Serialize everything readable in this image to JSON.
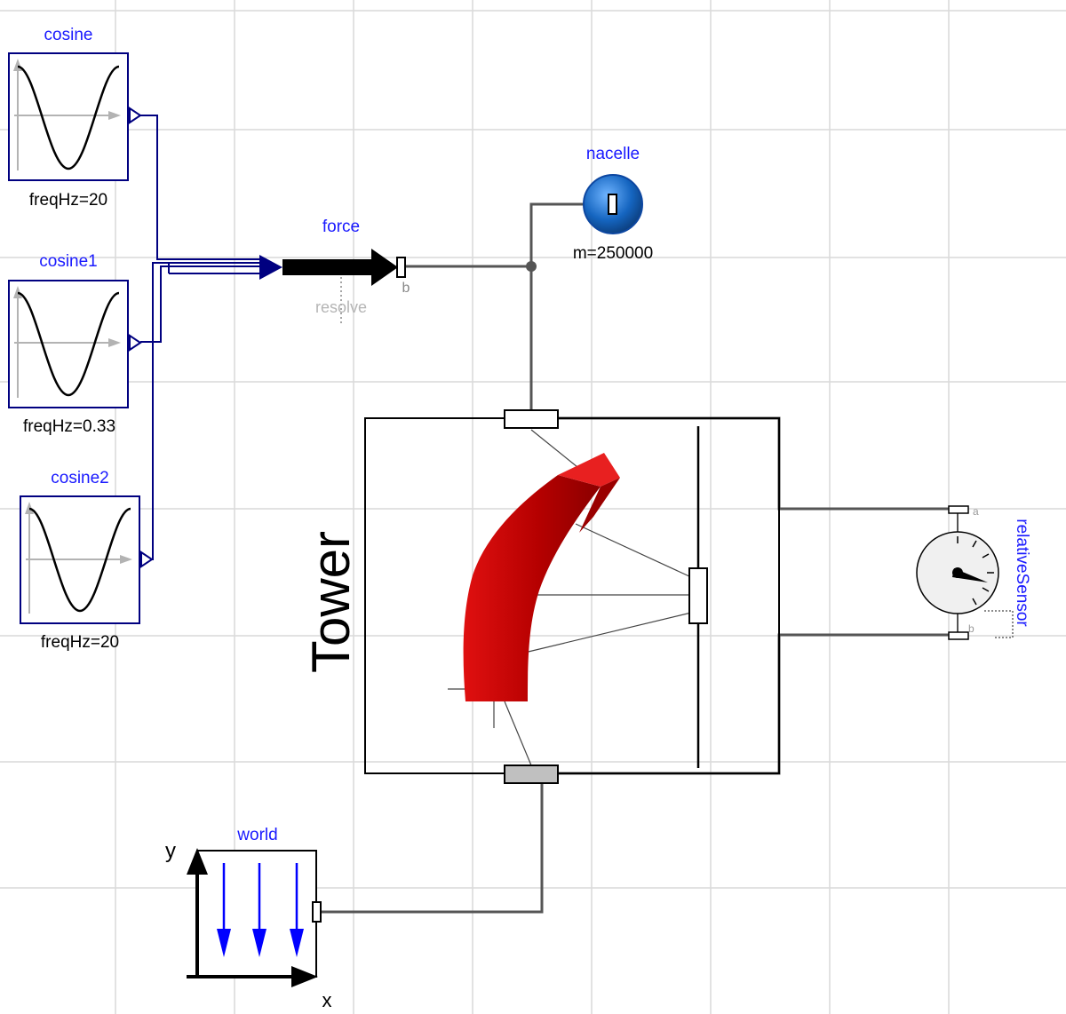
{
  "diagram": {
    "blocks": {
      "cosine": {
        "name": "cosine",
        "param": "freqHz=20"
      },
      "cosine1": {
        "name": "cosine1",
        "param": "freqHz=0.33"
      },
      "cosine2": {
        "name": "cosine2",
        "param": "freqHz=20"
      },
      "force": {
        "name": "force",
        "port_b": "b",
        "resolve": "resolve"
      },
      "nacelle": {
        "name": "nacelle",
        "param": "m=250000"
      },
      "tower": {
        "name": "Tower"
      },
      "sensor": {
        "name": "relativeSensor",
        "port_a": "a",
        "port_b": "b"
      },
      "world": {
        "name": "world",
        "axis_x": "x",
        "axis_y": "y"
      }
    },
    "colors": {
      "label": "#1a1aff",
      "signal_wire": "#000080",
      "mech_wire": "#555555",
      "tower_body": "#cc0000",
      "nacelle": "#1565c0",
      "grid": "#d9d9d9"
    }
  }
}
